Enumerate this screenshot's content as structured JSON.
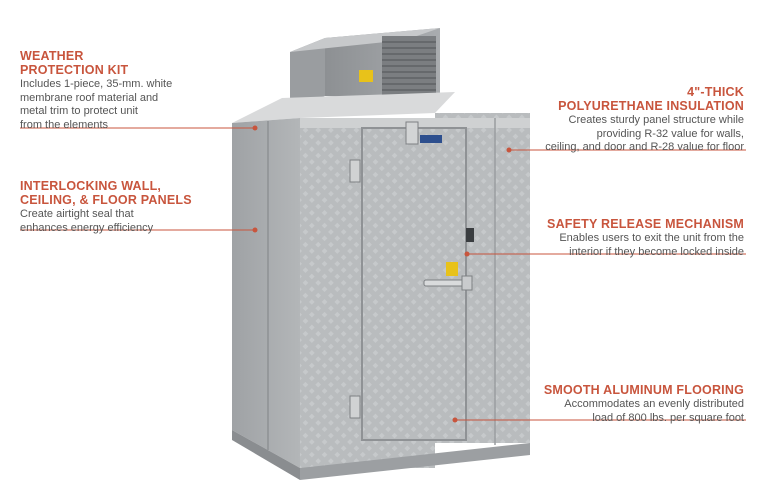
{
  "features": {
    "weather": {
      "title": "WEATHER\nPROTECTION KIT",
      "desc": "Includes 1-piece, 35-mm. white\nmembrane roof material and\nmetal trim to protect unit\nfrom the elements"
    },
    "interlock": {
      "title": "INTERLOCKING WALL,\nCEILING, & FLOOR PANELS",
      "desc": "Create airtight seal that\nenhances energy efficiency"
    },
    "insulation": {
      "title": "4\"-THICK\nPOLYURETHANE INSULATION",
      "desc": "Creates sturdy panel structure while\nproviding R-32 value for walls,\nceiling, and door and R-28 value for floor"
    },
    "safety": {
      "title": "SAFETY RELEASE MECHANISM",
      "desc": "Enables users to exit the unit from the\ninterior if they become locked inside"
    },
    "flooring": {
      "title": "SMOOTH ALUMINUM FLOORING",
      "desc": "Accommodates an evenly distributed\nload of 800 lbs. per square foot"
    }
  },
  "colors": {
    "accent": "#c8553d",
    "text": "#555555",
    "leader": "#c8553d"
  }
}
